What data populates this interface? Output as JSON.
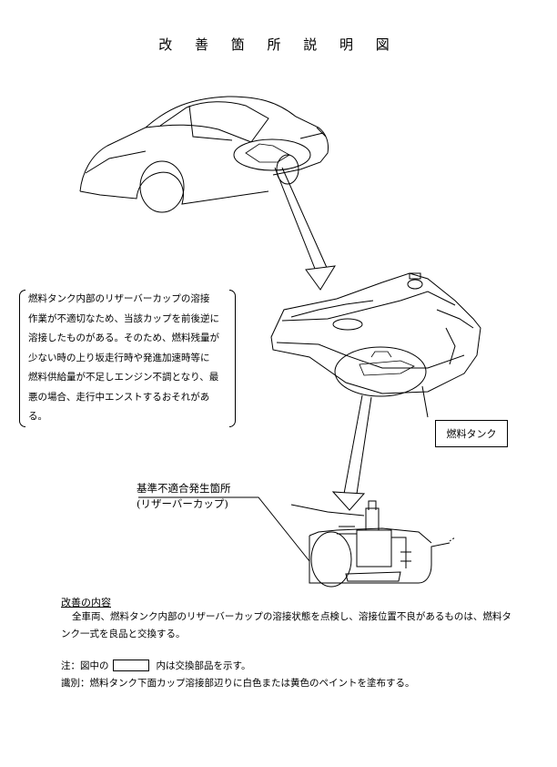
{
  "title": "改 善 箇 所 説 明 図",
  "callout": {
    "lines": [
      "燃料タンク内部のリザーバーカップの溶接",
      "作業が不適切なため、当該カップを前後逆に",
      "溶接したものがある。そのため、燃料残量が",
      "少ない時の上り坂走行時や発進加速時等に",
      "燃料供給量が不足しエンジン不調となり、最",
      "悪の場合、走行中エンストするおそれがあ",
      "る。"
    ]
  },
  "tank_label": "燃料タンク",
  "defect": {
    "line1": "基準不適合発生箇所",
    "line2": "(リザーバーカップ)"
  },
  "improvement": {
    "heading": "改善の内容",
    "body": "全車両、燃料タンク内部のリザーバーカップの溶接状態を点検し、溶接位置不良があるものは、燃料タンク一式を良品と交換する。"
  },
  "notes": {
    "note_prefix": "注：図中の",
    "note_suffix": "内は交換部品を示す。",
    "identification": "識別：燃料タンク下面カップ溶接部辺りに白色または黄色のペイントを塗布する。"
  }
}
